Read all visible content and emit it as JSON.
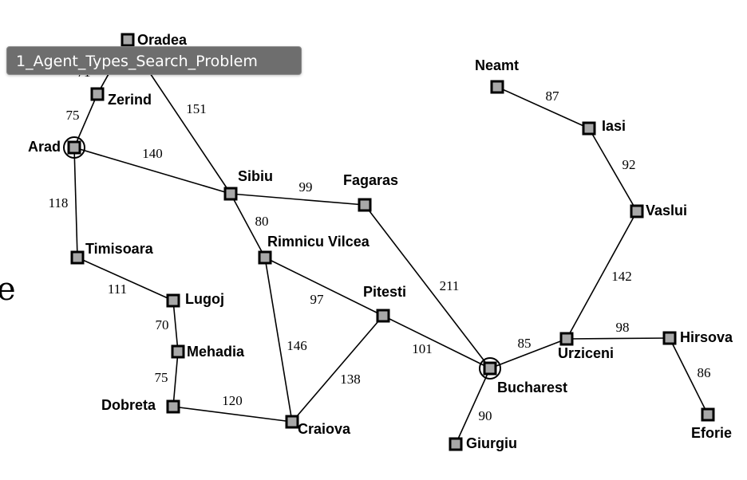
{
  "tooltip": {
    "text": "1_Agent_Types_Search_Problem"
  },
  "side_fragment": "e",
  "map": {
    "cities": [
      {
        "id": "oradea",
        "name": "Oradea"
      },
      {
        "id": "zerind",
        "name": "Zerind"
      },
      {
        "id": "arad",
        "name": "Arad",
        "marked": true
      },
      {
        "id": "sibiu",
        "name": "Sibiu"
      },
      {
        "id": "fagaras",
        "name": "Fagaras"
      },
      {
        "id": "timisoara",
        "name": "Timisoara"
      },
      {
        "id": "rimnicu",
        "name": "Rimnicu Vilcea"
      },
      {
        "id": "lugoj",
        "name": "Lugoj"
      },
      {
        "id": "mehadia",
        "name": "Mehadia"
      },
      {
        "id": "dobreta",
        "name": "Dobreta"
      },
      {
        "id": "craiova",
        "name": "Craiova"
      },
      {
        "id": "pitesti",
        "name": "Pitesti"
      },
      {
        "id": "bucharest",
        "name": "Bucharest",
        "marked": true
      },
      {
        "id": "giurgiu",
        "name": "Giurgiu"
      },
      {
        "id": "urziceni",
        "name": "Urziceni"
      },
      {
        "id": "hirsova",
        "name": "Hirsova"
      },
      {
        "id": "eforie",
        "name": "Eforie"
      },
      {
        "id": "vaslui",
        "name": "Vaslui"
      },
      {
        "id": "iasi",
        "name": "Iasi"
      },
      {
        "id": "neamt",
        "name": "Neamt"
      }
    ],
    "roads": [
      {
        "from": "oradea",
        "to": "zerind",
        "distance": "71"
      },
      {
        "from": "oradea",
        "to": "sibiu",
        "distance": "151"
      },
      {
        "from": "zerind",
        "to": "arad",
        "distance": "75"
      },
      {
        "from": "arad",
        "to": "sibiu",
        "distance": "140"
      },
      {
        "from": "arad",
        "to": "timisoara",
        "distance": "118"
      },
      {
        "from": "timisoara",
        "to": "lugoj",
        "distance": "111"
      },
      {
        "from": "lugoj",
        "to": "mehadia",
        "distance": "70"
      },
      {
        "from": "mehadia",
        "to": "dobreta",
        "distance": "75"
      },
      {
        "from": "dobreta",
        "to": "craiova",
        "distance": "120"
      },
      {
        "from": "sibiu",
        "to": "fagaras",
        "distance": "99"
      },
      {
        "from": "sibiu",
        "to": "rimnicu",
        "distance": "80"
      },
      {
        "from": "rimnicu",
        "to": "pitesti",
        "distance": "97"
      },
      {
        "from": "rimnicu",
        "to": "craiova",
        "distance": "146"
      },
      {
        "from": "craiova",
        "to": "pitesti",
        "distance": "138"
      },
      {
        "from": "pitesti",
        "to": "bucharest",
        "distance": "101"
      },
      {
        "from": "fagaras",
        "to": "bucharest",
        "distance": "211"
      },
      {
        "from": "bucharest",
        "to": "giurgiu",
        "distance": "90"
      },
      {
        "from": "bucharest",
        "to": "urziceni",
        "distance": "85"
      },
      {
        "from": "urziceni",
        "to": "hirsova",
        "distance": "98"
      },
      {
        "from": "hirsova",
        "to": "eforie",
        "distance": "86"
      },
      {
        "from": "urziceni",
        "to": "vaslui",
        "distance": "142"
      },
      {
        "from": "vaslui",
        "to": "iasi",
        "distance": "92"
      },
      {
        "from": "iasi",
        "to": "neamt",
        "distance": "87"
      }
    ]
  }
}
